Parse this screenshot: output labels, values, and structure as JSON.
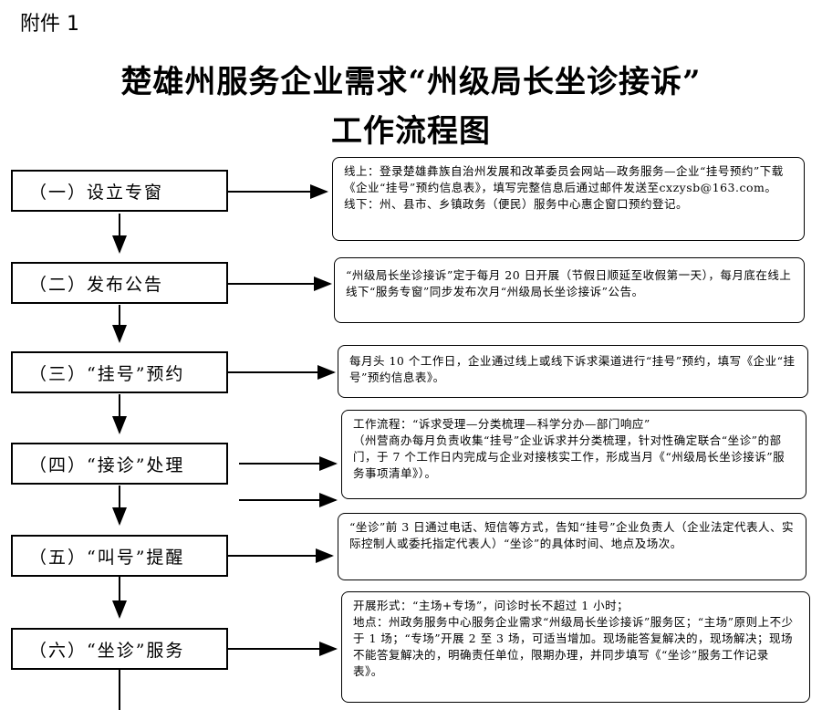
{
  "attachment_label": "附件 1",
  "title_line1": "楚雄州服务企业需求“州级局长坐诊接诉”",
  "title_line2": "工作流程图",
  "steps": [
    {
      "label": "（一）设立专窗",
      "desc": [
        "线上：登录楚雄彝族自治州发展和改革委员会网站—政务服务—企业“挂号预约”下载《企业“挂号”预约信息表》，填写完整信息后通过邮件发送至cxzysb@163.com。",
        "线下：州、县市、乡镇政务（便民）服务中心惠企窗口预约登记。"
      ]
    },
    {
      "label": "（二）发布公告",
      "desc": [
        "“州级局长坐诊接诉”定于每月 20 日开展（节假日顺延至收假第一天），每月底在线上线下“服务专窗”同步发布次月“州级局长坐诊接诉”公告。"
      ]
    },
    {
      "label": "（三）“挂号”预约",
      "desc": [
        "每月头 10 个工作日，企业通过线上或线下诉求渠道进行“挂号”预约，填写《企业“挂号”预约信息表》。"
      ]
    },
    {
      "label": "（四）“接诊”处理",
      "desc": [
        "工作流程：“诉求受理—分类梳理—科学分办—部门响应”",
        "（州营商办每月负责收集“挂号”企业诉求并分类梳理，针对性确定联合“坐诊”的部门，于 7 个工作日内完成与企业对接核实工作，形成当月《“州级局长坐诊接诉”服务事项清单》）。"
      ]
    },
    {
      "label": "（五）“叫号”提醒",
      "desc": [
        "“坐诊”前 3 日通过电话、短信等方式，告知“挂号”企业负责人（企业法定代表人、实际控制人或委托指定代表人）“坐诊”的具体时间、地点及场次。"
      ]
    },
    {
      "label": "（六）“坐诊”服务",
      "desc": [
        "开展形式：“主场+专场”，问诊时长不超过 1 小时；",
        "地点：州政务服务中心服务企业需求“州级局长坐诊接诉”服务区；“主场”原则上不少于 1 场；“专场”开展 2 至 3 场，可适当增加。现场能答复解决的，现场解决；现场不能答复解决的，明确责任单位，限期办理，并同步填写《“坐诊”服务工作记录表》。"
      ]
    }
  ]
}
